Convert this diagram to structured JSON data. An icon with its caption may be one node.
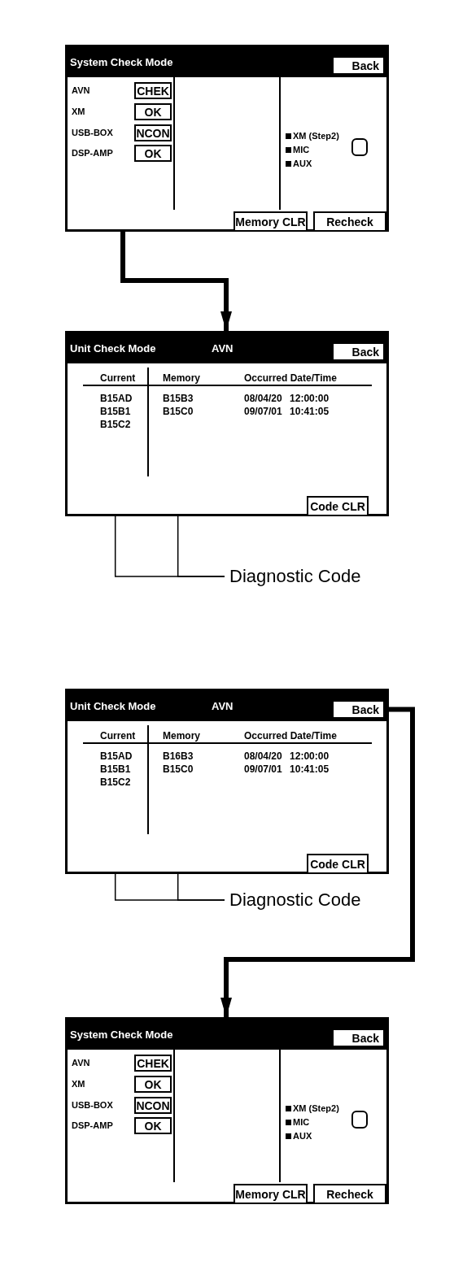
{
  "diagram": {
    "nodes": [
      {
        "text": [
          "System Check Mode"
        ]
      },
      {
        "text": [
          "CHEK"
        ],
        "in": 0
      },
      {
        "text": [
          "OK"
        ],
        "in": 0
      },
      {
        "text": [
          "NCON"
        ],
        "in": 0
      },
      {
        "text": [
          "OK"
        ],
        "in": 0
      },
      {
        "text": [
          "Back"
        ],
        "in": 0
      },
      {
        "text": [
          "Memory CLR"
        ],
        "in": 0
      },
      {
        "text": [
          "Recheck"
        ],
        "in": 0
      },
      {
        "text": [
          "Unit Check Mode",
          "AVN"
        ]
      },
      {
        "text": [
          "Back"
        ],
        "in": 8
      },
      {
        "text": [
          "Code CLR"
        ],
        "in": 8
      },
      {
        "text": [
          "B15C2"
        ],
        "in": 8
      },
      {
        "text": [
          "B15C0"
        ],
        "in": 8
      },
      {
        "text": [
          "Diagnostic Code"
        ]
      },
      {
        "text": [
          "Unit Check Mode",
          "AVN"
        ]
      },
      {
        "text": [
          "Back"
        ],
        "in": 14
      },
      {
        "text": [
          "Code CLR"
        ],
        "in": 14
      },
      {
        "text": [
          "B15C2"
        ],
        "in": 14
      },
      {
        "text": [
          "B15C0"
        ],
        "in": 14
      },
      {
        "text": [
          "Diagnostic Code"
        ]
      },
      {
        "text": [
          "System Check Mode"
        ]
      },
      {
        "text": [
          "CHEK"
        ],
        "in": 20
      },
      {
        "text": [
          "OK"
        ],
        "in": 20
      },
      {
        "text": [
          "NCON"
        ],
        "in": 20
      },
      {
        "text": [
          "OK"
        ],
        "in": 20
      },
      {
        "text": [
          "Back"
        ],
        "in": 20
      },
      {
        "text": [
          "Memory CLR"
        ],
        "in": 20
      },
      {
        "text": [
          "Recheck"
        ],
        "in": 20
      }
    ],
    "edges": [
      {
        "from": 1,
        "to": 8,
        "arrow": "to",
        "style": "thick"
      },
      {
        "from": 13,
        "to": 11,
        "arrow": "none"
      },
      {
        "from": 13,
        "to": 12,
        "arrow": "none"
      },
      {
        "from": 15,
        "to": 20,
        "arrow": "to",
        "style": "thick"
      },
      {
        "from": 19,
        "to": 17,
        "arrow": "none"
      },
      {
        "from": 19,
        "to": 18,
        "arrow": "none"
      }
    ],
    "labels": [
      "AVN",
      "XM",
      "USB-BOX",
      "DSP-AMP",
      "XM (Step2)",
      "MIC",
      "AUX",
      "Current",
      "Memory",
      "Occurred Date/Time",
      "B15AD",
      "B15B3",
      "08/04/20 12:00:00",
      "B15B1",
      "09/07/01 10:41:05",
      "Current",
      "Memory",
      "Occurred Date/Time",
      "B15AD",
      "B16B3",
      "08/04/20 12:00:00",
      "B15B1",
      "09/07/01 10:41:05",
      "AVN",
      "XM",
      "USB-BOX",
      "DSP-AMP",
      "XM (Step2)",
      "MIC",
      "AUX"
    ]
  }
}
